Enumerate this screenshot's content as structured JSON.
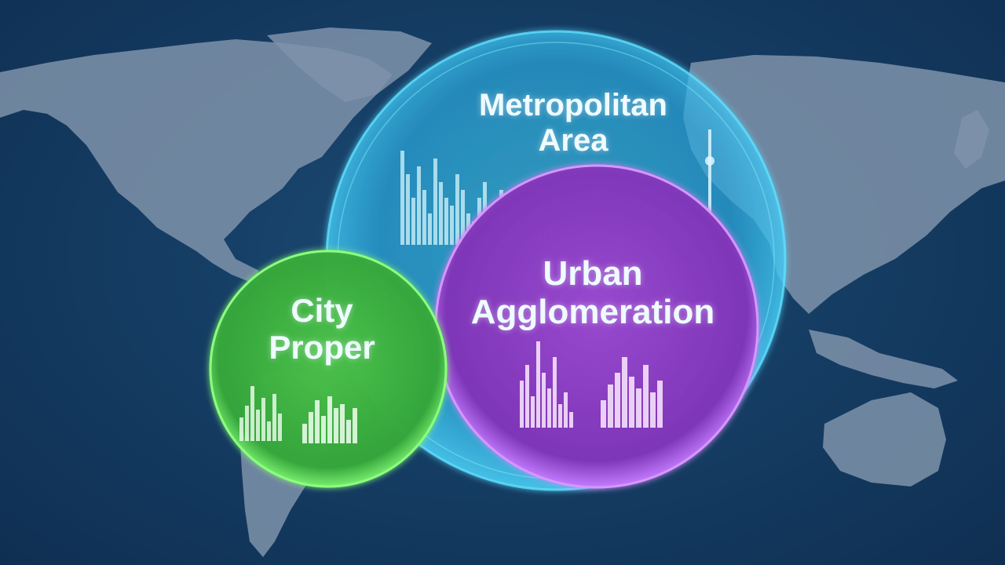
{
  "colors": {
    "background": "#163f66",
    "land": "#7f93aa",
    "metropolitan_circle": "#29b6e6",
    "urban_circle": "#8a3fc0",
    "city_circle": "#3ab23a",
    "label_text": "#eefbff"
  },
  "circles": {
    "metropolitan": {
      "line1": "Metropolitan",
      "line2": "Area"
    },
    "urban": {
      "line1": "Urban",
      "line2": "Agglomeration"
    },
    "city": {
      "line1": "City",
      "line2": "Proper"
    }
  }
}
